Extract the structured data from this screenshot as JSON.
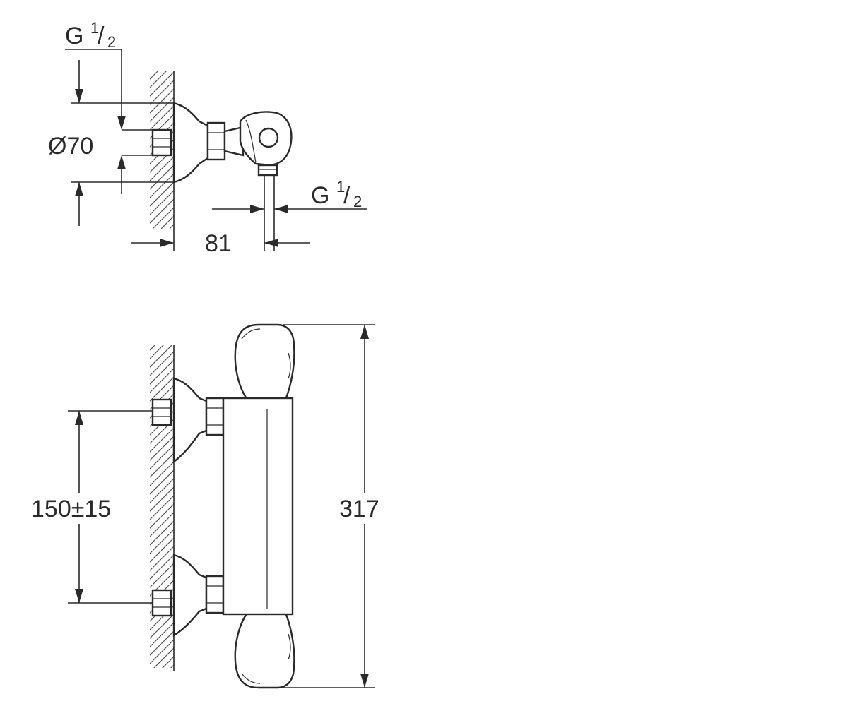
{
  "top_view": {
    "inlet_thread": {
      "prefix": "G ",
      "numerator": "1",
      "slash": "/",
      "denominator": "2"
    },
    "diameter_label": "Ø70",
    "outlet_thread": {
      "prefix": "G ",
      "numerator": "1",
      "slash": "/",
      "denominator": "2"
    },
    "projection_label": "81"
  },
  "front_view": {
    "spacing_label": "150±15",
    "height_label": "317"
  },
  "colors": {
    "line": "#2a2a2a",
    "hatch": "#555555",
    "background": "#ffffff"
  }
}
